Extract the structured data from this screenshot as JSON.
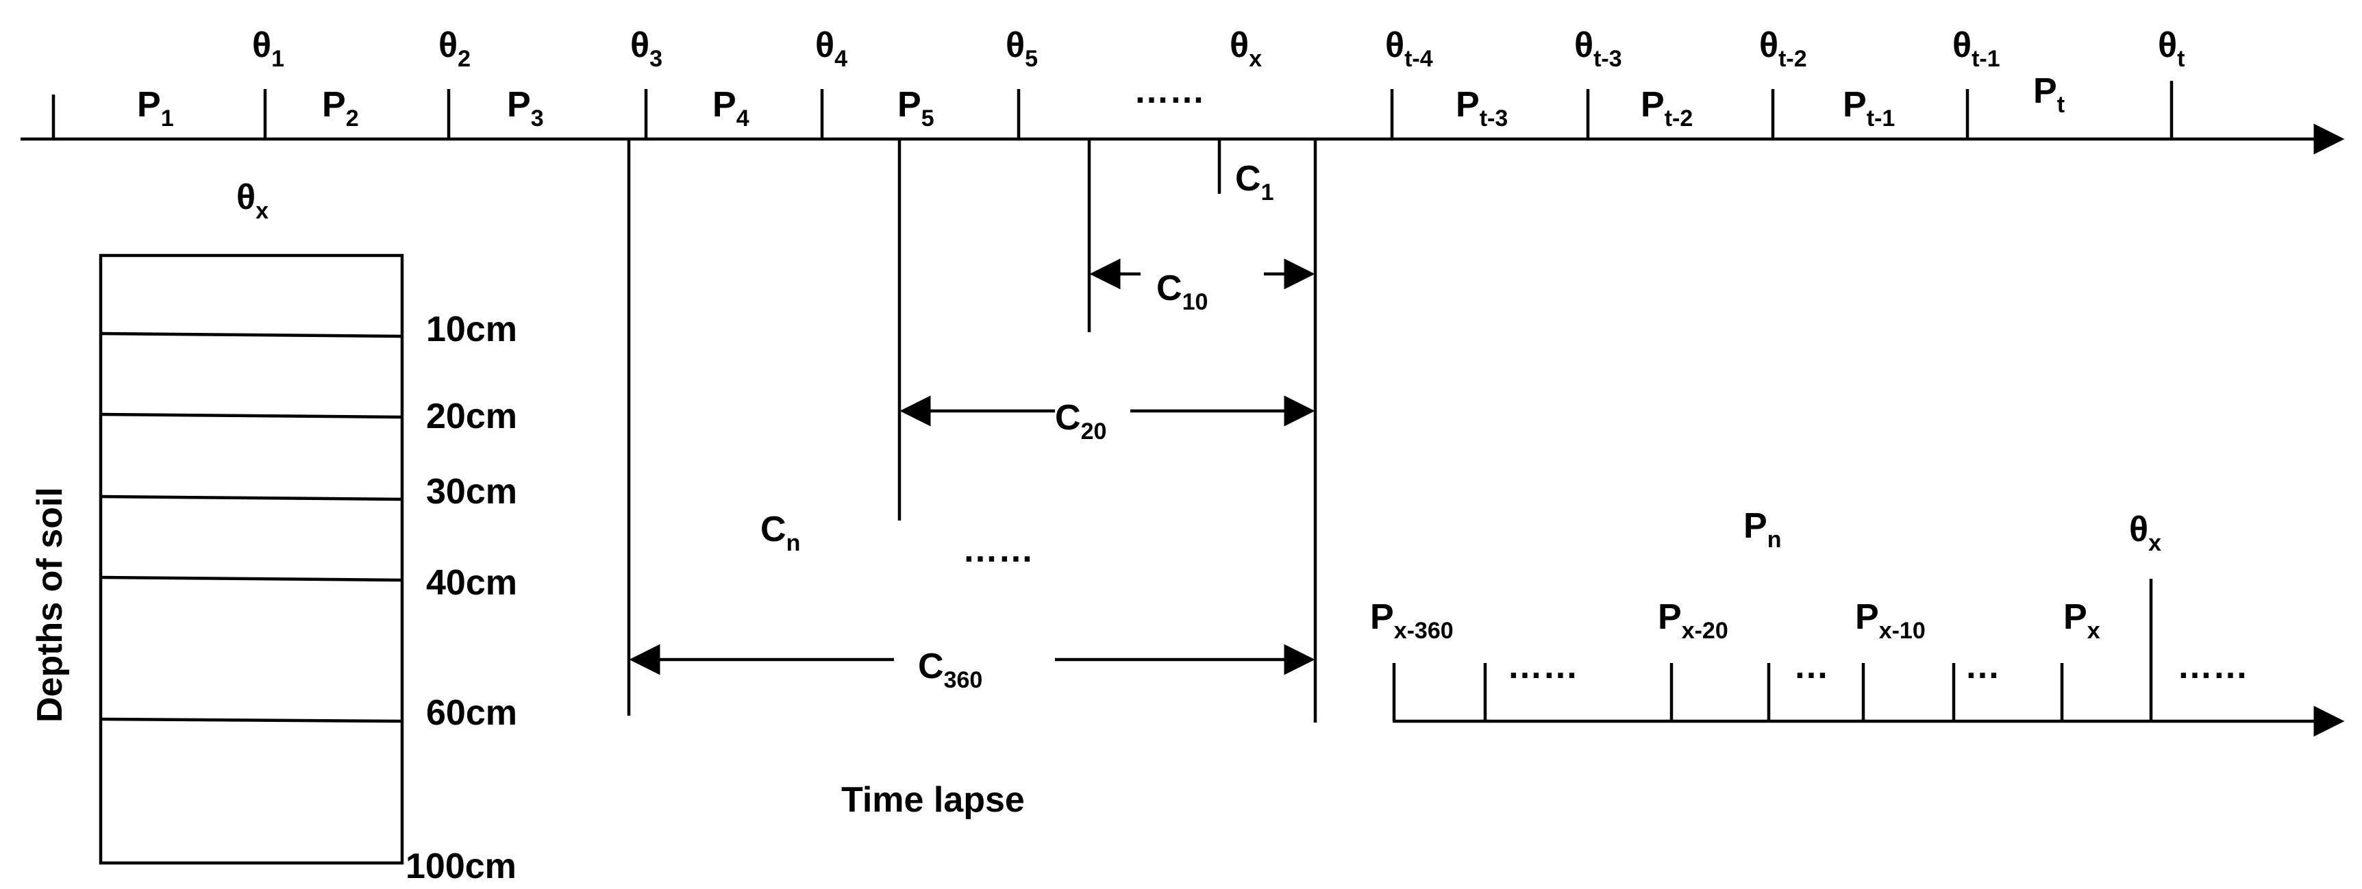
{
  "timeline": {
    "thetas": [
      {
        "base": "θ",
        "sub": "1"
      },
      {
        "base": "θ",
        "sub": "2"
      },
      {
        "base": "θ",
        "sub": "3"
      },
      {
        "base": "θ",
        "sub": "4"
      },
      {
        "base": "θ",
        "sub": "5"
      },
      {
        "base": "θ",
        "sub": "x"
      },
      {
        "base": "θ",
        "sub": "t-4"
      },
      {
        "base": "θ",
        "sub": "t-3"
      },
      {
        "base": "θ",
        "sub": "t-2"
      },
      {
        "base": "θ",
        "sub": "t-1"
      },
      {
        "base": "θ",
        "sub": "t"
      }
    ],
    "periods": [
      {
        "base": "P",
        "sub": "1"
      },
      {
        "base": "P",
        "sub": "2"
      },
      {
        "base": "P",
        "sub": "3"
      },
      {
        "base": "P",
        "sub": "4"
      },
      {
        "base": "P",
        "sub": "5"
      },
      {
        "base": "P",
        "sub": "t-3"
      },
      {
        "base": "P",
        "sub": "t-2"
      },
      {
        "base": "P",
        "sub": "t-1"
      },
      {
        "base": "P",
        "sub": "t"
      }
    ],
    "ellipsis": "……"
  },
  "soil": {
    "theta": {
      "base": "θ",
      "sub": "x"
    },
    "axis_label": "Depths of soil",
    "depths": [
      "10cm",
      "20cm",
      "30cm",
      "40cm",
      "60cm",
      "100cm"
    ]
  },
  "cumulative": {
    "c1": {
      "base": "C",
      "sub": "1"
    },
    "c10": {
      "base": "C",
      "sub": "10"
    },
    "c20": {
      "base": "C",
      "sub": "20"
    },
    "cn": {
      "base": "C",
      "sub": "n"
    },
    "c360": {
      "base": "C",
      "sub": "360"
    },
    "ellipsis": "……",
    "xlabel": "Time lapse"
  },
  "precip": {
    "pn": {
      "base": "P",
      "sub": "n"
    },
    "theta": {
      "base": "θ",
      "sub": "x"
    },
    "items": [
      {
        "base": "P",
        "sub": "x-360"
      },
      {
        "base": "P",
        "sub": "x-20"
      },
      {
        "base": "P",
        "sub": "x-10"
      },
      {
        "base": "P",
        "sub": "x"
      }
    ],
    "ellipsis_long": "……",
    "ellipsis_short": "…"
  }
}
